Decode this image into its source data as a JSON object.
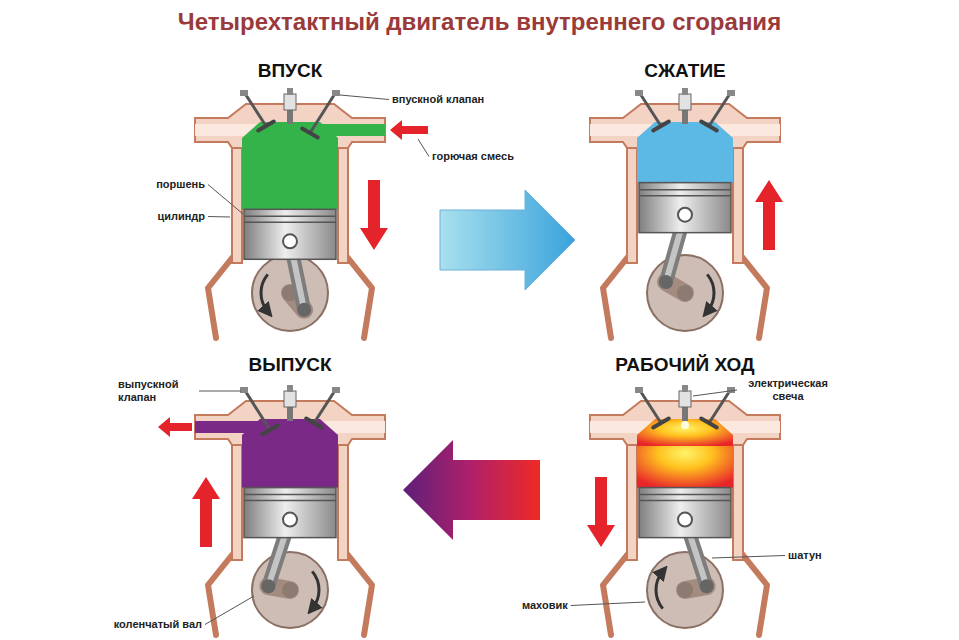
{
  "diagram": {
    "title": "Четырехтактный двигатель внутреннего сгорания",
    "nodes": [
      {
        "text": [
          "ВПУСК"
        ]
      },
      {
        "text": [
          "СЖАТИЕ"
        ]
      },
      {
        "text": [
          "ВЫПУСК"
        ]
      },
      {
        "text": [
          "РАБОЧИЙ ХОД"
        ]
      }
    ],
    "edges": [
      {
        "from": 0,
        "to": 1,
        "arrow": "to"
      },
      {
        "from": 3,
        "to": 2,
        "arrow": "to"
      }
    ],
    "labels": [
      "впускной клапан",
      "горючая смесь",
      "поршень",
      "цилиндр",
      "выпускной клапан",
      "электрическая свеча",
      "шатун",
      "маховик",
      "коленчатый вал"
    ]
  }
}
